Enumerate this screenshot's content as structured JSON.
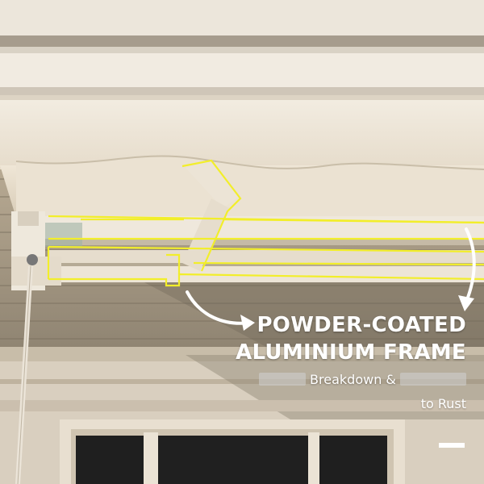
{
  "headline": {
    "line1": "POWDER-COATED",
    "line2": "ALUMINIUM FRAME"
  },
  "subtitle": {
    "line1_visible": "Breakdown &",
    "line2_visible": "to Rust"
  },
  "colors": {
    "highlight": "#f2ee2a",
    "text": "#ffffff"
  }
}
